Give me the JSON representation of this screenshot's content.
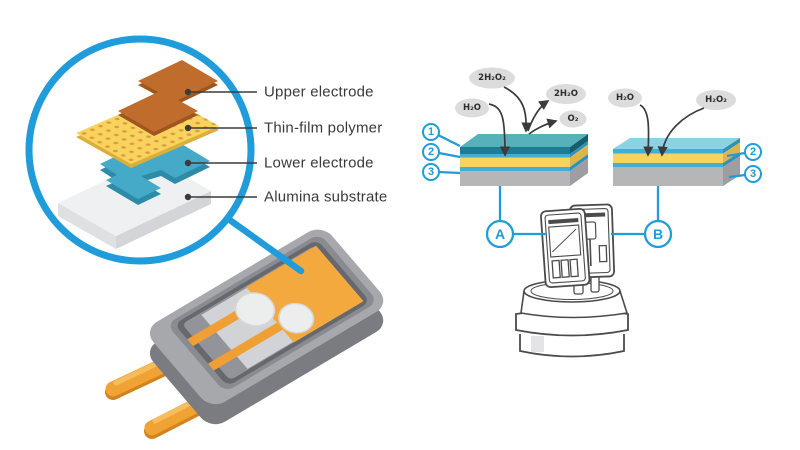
{
  "palette": {
    "accent_blue": "#1f9cd9",
    "electrode_orange": "#c06c2c",
    "polymer_yellow": "#f8d45f",
    "electrode_teal": "#44aac8",
    "substrate_gray": "#eff0f2",
    "catalytic_teal": "#1b7e94",
    "layer_cyan": "#43aed2",
    "block_gray": "#b5b6b8",
    "body_gray": "#a7a8ac",
    "pin_orange": "#f0a233",
    "pad_orange": "#f4a93e",
    "bubble_gray": "#dcdcdd",
    "line_dark": "#3b3b3b"
  },
  "exploded_view": {
    "labels": [
      "Upper electrode",
      "Thin-film polymer",
      "Lower electrode",
      "Alumina substrate"
    ]
  },
  "sensor_a": {
    "letter": "A",
    "markers": [
      "1",
      "2",
      "3"
    ],
    "molecules": {
      "in_left": "H₂O",
      "in_top": "2H₂O₂",
      "out_right": "2H₂O",
      "out_lower": "O₂"
    }
  },
  "sensor_b": {
    "letter": "B",
    "markers": [
      "2",
      "3"
    ],
    "molecules": {
      "in_left": "H₂O",
      "in_right": "H₂O₂"
    }
  }
}
